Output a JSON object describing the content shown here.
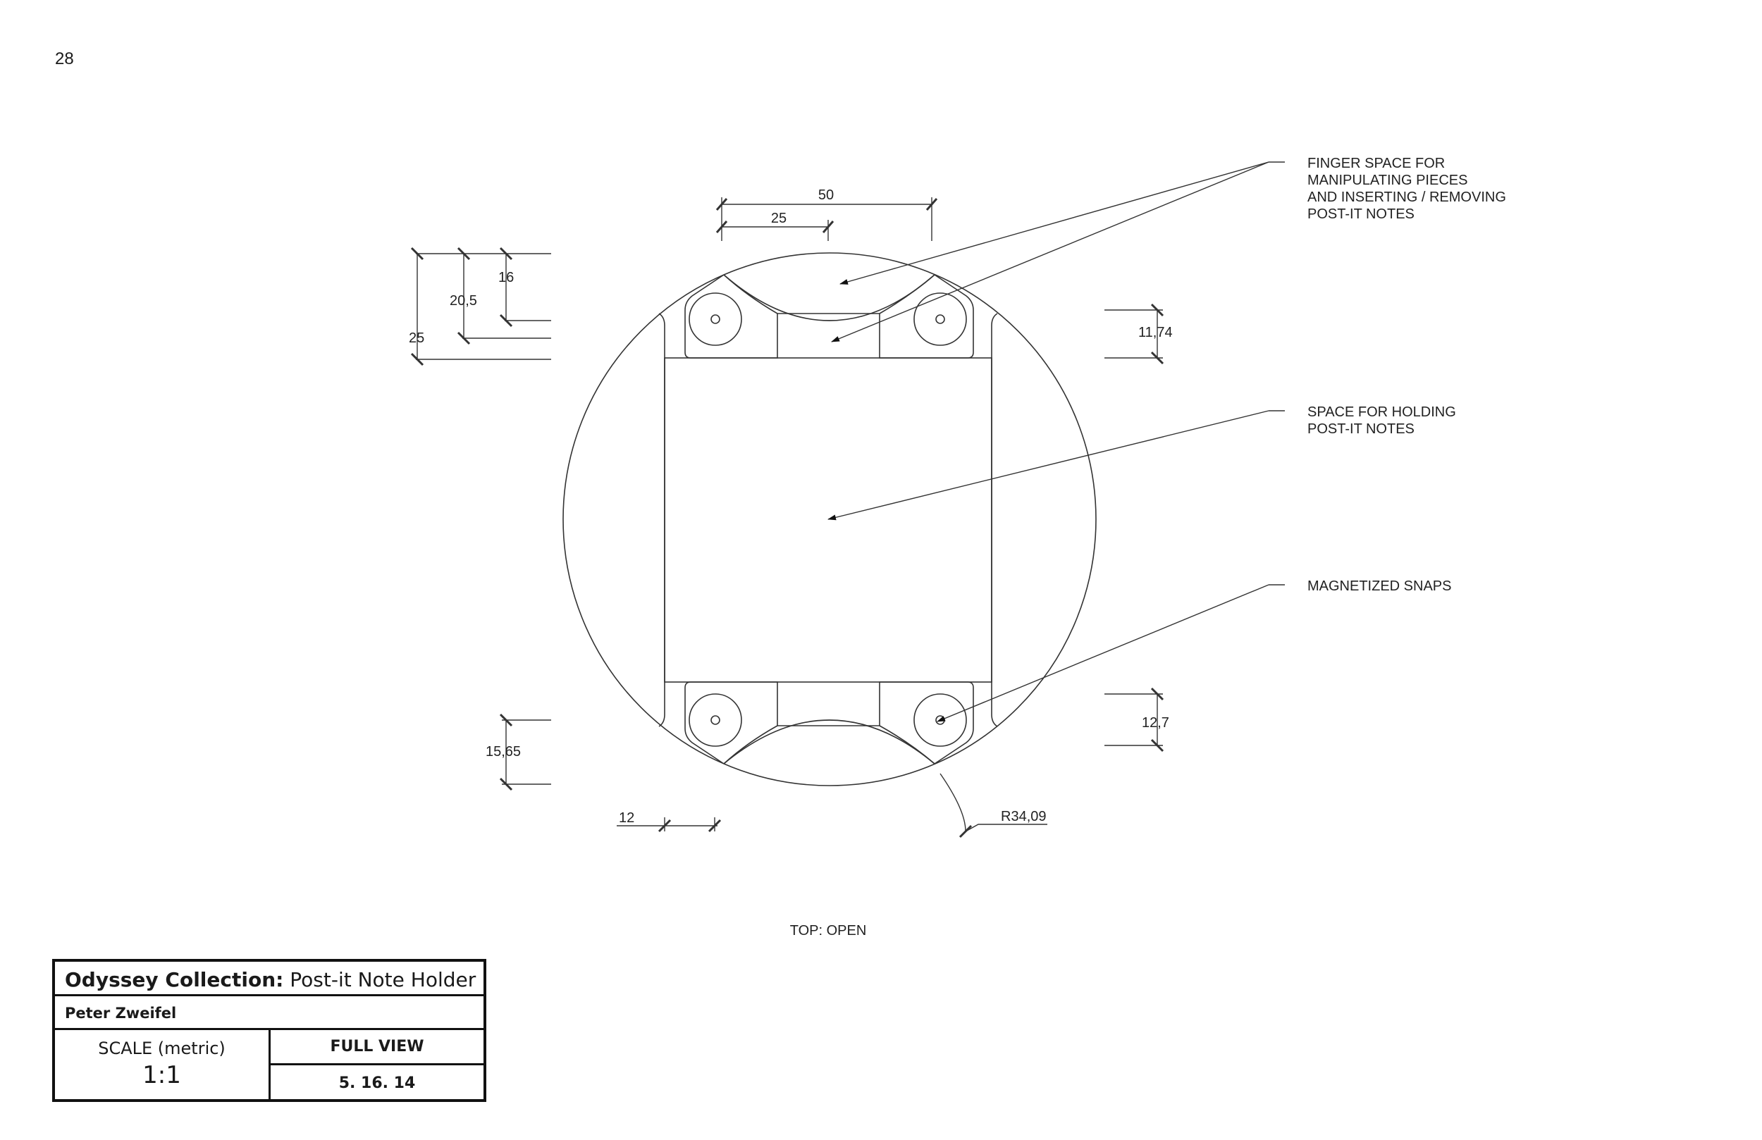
{
  "page_number": "28",
  "view_caption": "TOP: OPEN",
  "annotations": {
    "finger_space": [
      "FINGER SPACE FOR",
      "MANIPULATING PIECES",
      "AND INSERTING / REMOVING",
      "POST-IT NOTES"
    ],
    "holding_space": [
      "SPACE FOR HOLDING",
      "POST-IT NOTES"
    ],
    "snaps": [
      "MAGNETIZED SNAPS"
    ]
  },
  "dimensions": {
    "top_width_50": "50",
    "top_width_25": "25",
    "left_16": "16",
    "left_20_5": "20,5",
    "left_25": "25",
    "right_11_74": "11,74",
    "right_12_7": "12,7",
    "left_15_65": "15,65",
    "bottom_12": "12",
    "radius": "R34,09"
  },
  "title_block": {
    "collection": "Odyssey Collection:",
    "product": "Post-it Note Holder",
    "author": "Peter Zweifel",
    "scale_label": "SCALE (metric)",
    "scale_value": "1:1",
    "view": "FULL VIEW",
    "date": "5. 16. 14"
  }
}
